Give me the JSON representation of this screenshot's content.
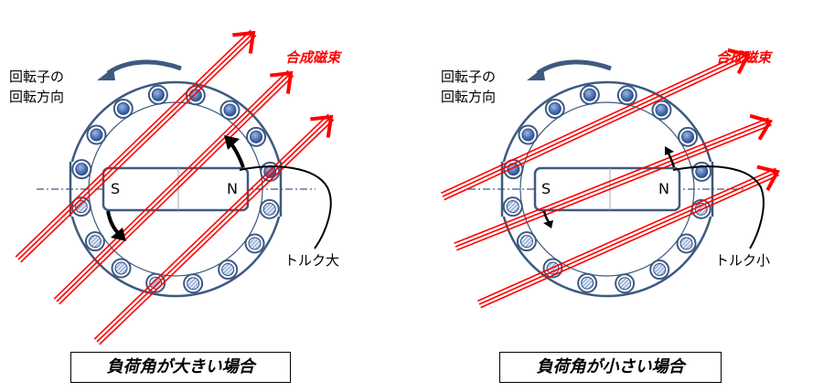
{
  "panels": [
    {
      "id": "large",
      "rotation_label_line1": "回転子の",
      "rotation_label_line2": "回転方向",
      "flux_label": "合成磁束",
      "torque_label": "トルク大",
      "pole_s": "S",
      "pole_n": "N",
      "caption": "負荷角が大きい場合"
    },
    {
      "id": "small",
      "rotation_label_line1": "回転子の",
      "rotation_label_line2": "回転方向",
      "flux_label": "合成磁束",
      "torque_label": "トルク小",
      "pole_s": "S",
      "pole_n": "N",
      "caption": "負荷角が小さい場合"
    }
  ],
  "colors": {
    "stator_outline": "#3d5a80",
    "slot_fill": "#4a73b8",
    "flux_lines": "#ff0000",
    "magnet_outline": "#3d5a80",
    "rotation_arrow": "#3d5a80"
  }
}
